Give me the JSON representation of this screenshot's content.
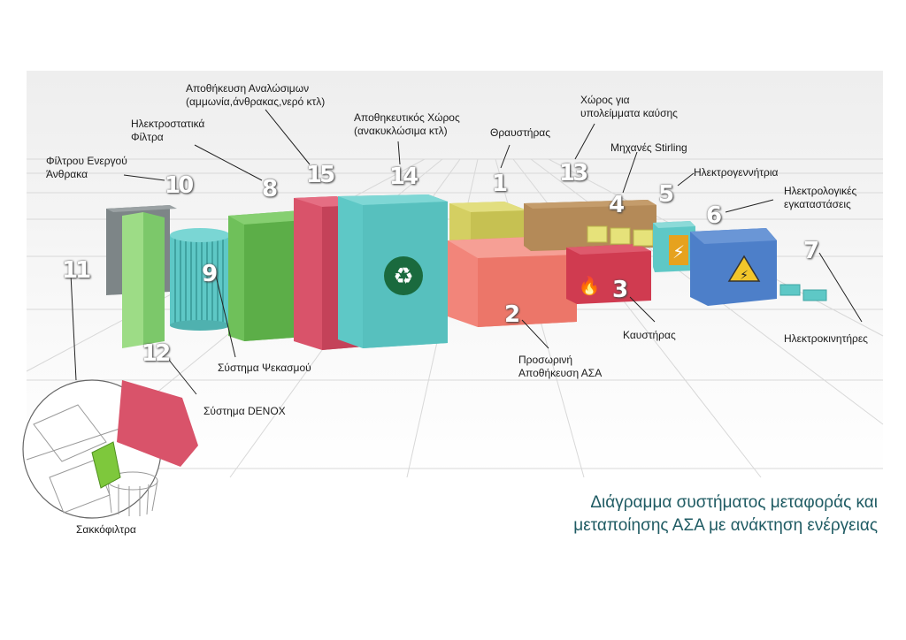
{
  "title": {
    "line1": "Διάγραμμα συστήματος μεταφοράς και",
    "line2": "μεταποίησης ΑΣΑ με ανάκτηση ενέργειας"
  },
  "labels": {
    "l1": {
      "num": "1",
      "line1": "Θραυστήρας",
      "line2": ""
    },
    "l2": {
      "num": "2",
      "line1": "Προσωρινή",
      "line2": "Αποθήκευση ΑΣΑ"
    },
    "l3": {
      "num": "3",
      "line1": "Καυστήρας",
      "line2": ""
    },
    "l4": {
      "num": "4",
      "line1": "Μηχανές Stirling",
      "line2": ""
    },
    "l5": {
      "num": "5",
      "line1": "Ηλεκτρογεννήτρια",
      "line2": ""
    },
    "l6": {
      "num": "6",
      "line1": "Ηλεκτρολογικές",
      "line2": "εγκαταστάσεις"
    },
    "l7": {
      "num": "7",
      "line1": "Ηλεκτροκινητήρες",
      "line2": ""
    },
    "l8": {
      "num": "8",
      "line1": "Ηλεκτροστατικά",
      "line2": "Φίλτρα"
    },
    "l9": {
      "num": "9",
      "line1": "Σύστημα Ψεκασμού",
      "line2": ""
    },
    "l10": {
      "num": "10",
      "line1": "Φίλτρου Ενεργού",
      "line2": "Άνθρακα"
    },
    "l11": {
      "num": "11",
      "line1": "Σακκόφιλτρα",
      "line2": ""
    },
    "l12": {
      "num": "12",
      "line1": "Σύστημα DENOX",
      "line2": ""
    },
    "l13": {
      "num": "13",
      "line1": "Χώρος για",
      "line2": "υπολείμματα καύσης"
    },
    "l14": {
      "num": "14",
      "line1": "Αποθηκευτικός Χώρος",
      "line2": "(ανακυκλώσιμα κτλ)"
    },
    "l15": {
      "num": "15",
      "line1": "Αποθήκευση Αναλώσιμων",
      "line2": "(αμμωνία,άνθρακας,νερό κτλ)"
    }
  },
  "colors": {
    "green": "#6fc05a",
    "red": "#d9536a",
    "teal": "#5ec8c6",
    "olive": "#d4cf62",
    "salmon": "#f2857a",
    "brown": "#b48a58",
    "blue": "#4d7fc9",
    "gray": "#7d8587",
    "title": "#1f5b63"
  },
  "icons": [
    "recycle-icon",
    "fire-icon",
    "lightning-icon",
    "high-voltage-icon"
  ]
}
